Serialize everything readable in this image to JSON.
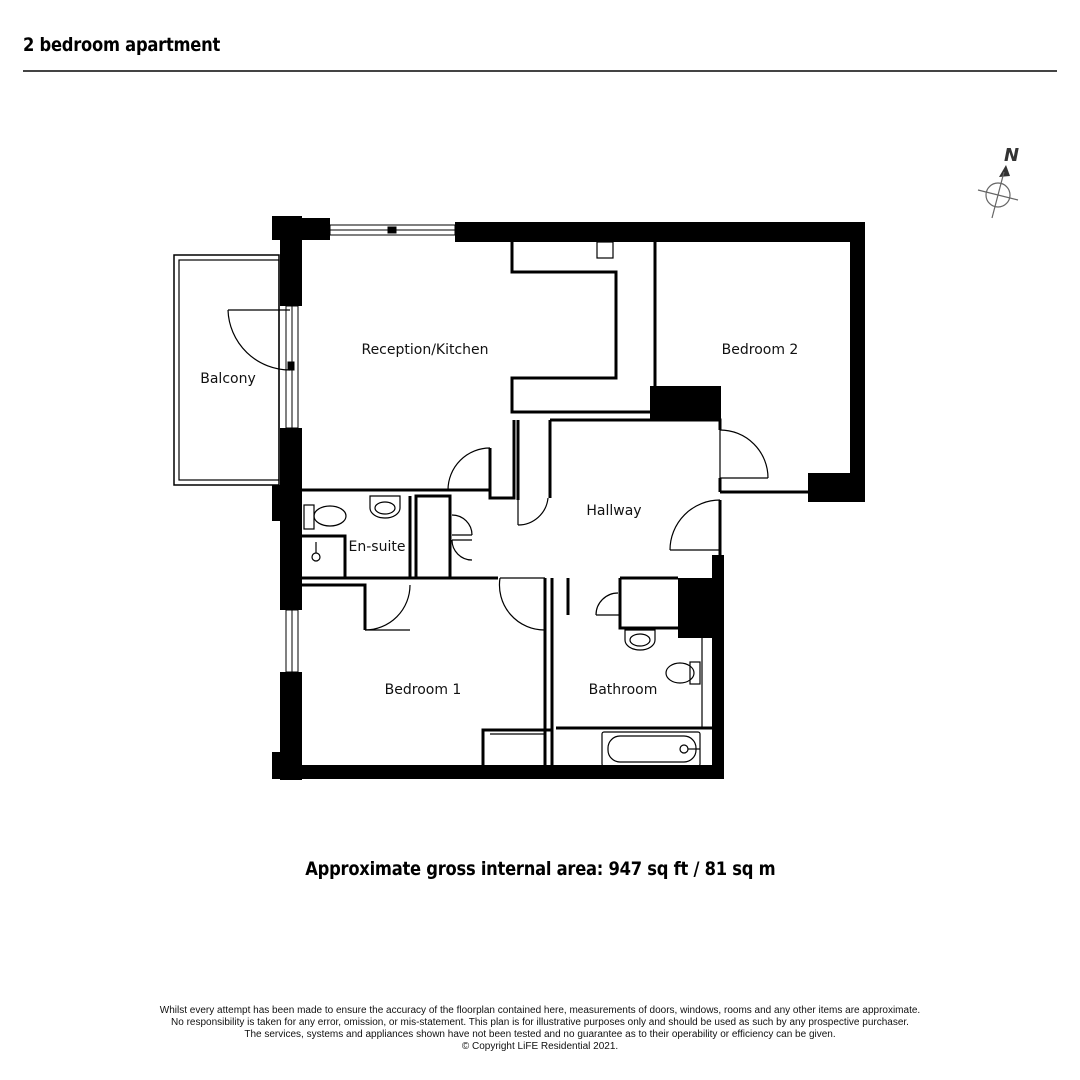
{
  "header": {
    "title": "2 bedroom apartment"
  },
  "compass": {
    "label": "N",
    "icon": "north-arrow-icon"
  },
  "rooms": {
    "reception_kitchen": "Reception/Kitchen",
    "bedroom_2": "Bedroom 2",
    "balcony": "Balcony",
    "hallway": "Hallway",
    "en_suite": "En-suite",
    "bedroom_1": "Bedroom 1",
    "bathroom": "Bathroom"
  },
  "area": {
    "text": "Approximate gross internal area: 947 sq ft / 81 sq m"
  },
  "disclaimer": {
    "line1": "Whilst every attempt has been made to ensure the accuracy of the floorplan contained here, measurements of doors, windows, rooms and any other items are approximate.",
    "line2": "No responsibility is taken for any error, omission, or mis-statement. This plan is for illustrative purposes only and should be used as such by any prospective purchaser.",
    "line3": "The services, systems and appliances shown have not been tested and no guarantee as to their operability or efficiency can be given.",
    "line4": "© Copyright LiFE Residential 2021."
  },
  "colors": {
    "wall": "#000000",
    "rule": "#444444",
    "compass": "#555555"
  }
}
